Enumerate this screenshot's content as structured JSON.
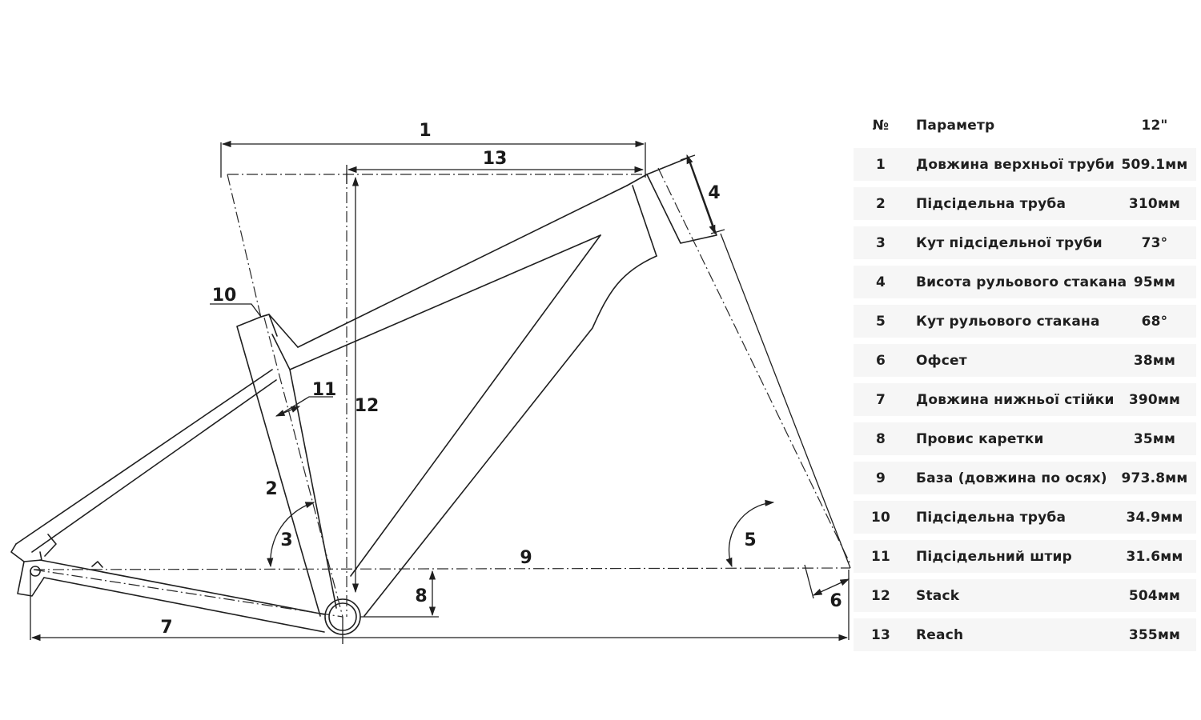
{
  "diagram": {
    "labels": {
      "l1": "1",
      "l2": "2",
      "l3": "3",
      "l4": "4",
      "l5": "5",
      "l6": "6",
      "l7": "7",
      "l8": "8",
      "l9": "9",
      "l10": "10",
      "l11": "11",
      "l12": "12",
      "l13": "13"
    }
  },
  "table": {
    "header": {
      "num": "№",
      "param": "Параметр",
      "value": "12\""
    },
    "rows": [
      {
        "num": "1",
        "param": "Довжина верхньої труби",
        "value": "509.1мм"
      },
      {
        "num": "2",
        "param": "Підсідельна труба",
        "value": "310мм"
      },
      {
        "num": "3",
        "param": "Кут підсідельної труби",
        "value": "73°"
      },
      {
        "num": "4",
        "param": "Висота рульового стакана",
        "value": "95мм"
      },
      {
        "num": "5",
        "param": "Кут рульового стакана",
        "value": "68°"
      },
      {
        "num": "6",
        "param": "Офсет",
        "value": "38мм"
      },
      {
        "num": "7",
        "param": "Довжина нижньої стійки",
        "value": "390мм"
      },
      {
        "num": "8",
        "param": "Провис каретки",
        "value": "35мм"
      },
      {
        "num": "9",
        "param": "База (довжина по осях)",
        "value": "973.8мм"
      },
      {
        "num": "10",
        "param": "Підсідельна труба",
        "value": "34.9мм"
      },
      {
        "num": "11",
        "param": "Підсідельний штир",
        "value": "31.6мм"
      },
      {
        "num": "12",
        "param": "Stack",
        "value": "504мм"
      },
      {
        "num": "13",
        "param": "Reach",
        "value": "355мм"
      }
    ]
  }
}
